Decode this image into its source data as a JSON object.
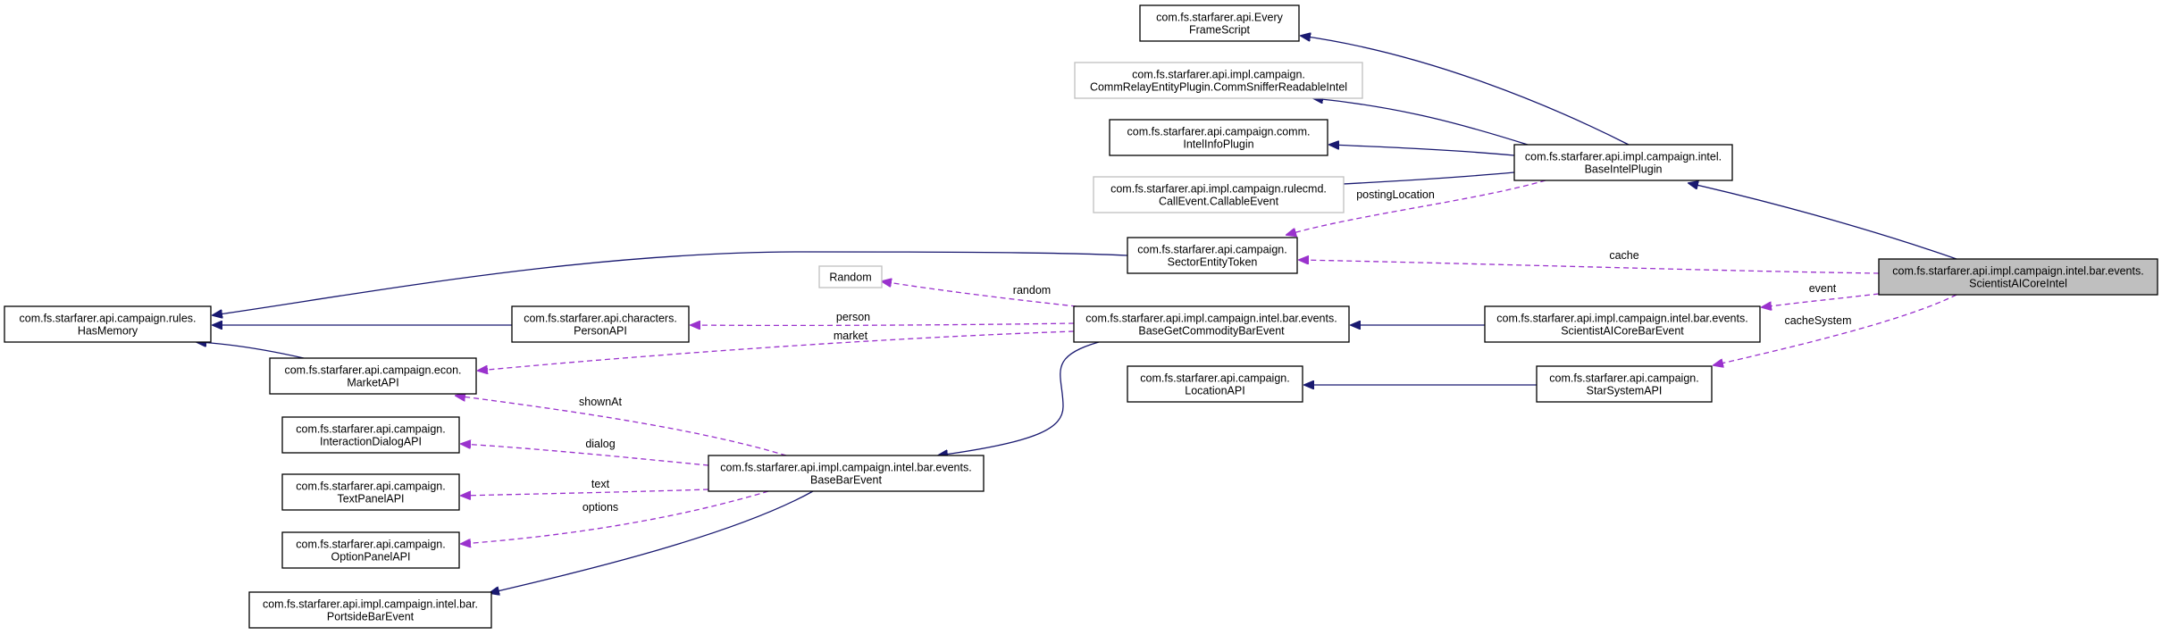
{
  "nodes": {
    "every_frame_script": {
      "lines": [
        "com.fs.starfarer.api.Every",
        "FrameScript"
      ],
      "style": "normal"
    },
    "comm_sniffer": {
      "lines": [
        "com.fs.starfarer.api.impl.campaign.",
        "CommRelayEntityPlugin.CommSnifferReadableIntel"
      ],
      "style": "external"
    },
    "intel_info_plugin": {
      "lines": [
        "com.fs.starfarer.api.campaign.comm.",
        "IntelInfoPlugin"
      ],
      "style": "normal"
    },
    "callable_event": {
      "lines": [
        "com.fs.starfarer.api.impl.campaign.rulecmd.",
        "CallEvent.CallableEvent"
      ],
      "style": "external"
    },
    "base_intel_plugin": {
      "lines": [
        "com.fs.starfarer.api.impl.campaign.intel.",
        "BaseIntelPlugin"
      ],
      "style": "normal"
    },
    "sector_entity_token": {
      "lines": [
        "com.fs.starfarer.api.campaign.",
        "SectorEntityToken"
      ],
      "style": "normal"
    },
    "has_memory": {
      "lines": [
        "com.fs.starfarer.api.campaign.rules.",
        "HasMemory"
      ],
      "style": "normal"
    },
    "random": {
      "lines": [
        "Random"
      ],
      "style": "external"
    },
    "person_api": {
      "lines": [
        "com.fs.starfarer.api.characters.",
        "PersonAPI"
      ],
      "style": "normal"
    },
    "base_get_commodity": {
      "lines": [
        "com.fs.starfarer.api.impl.campaign.intel.bar.events.",
        "BaseGetCommodityBarEvent"
      ],
      "style": "normal"
    },
    "scientist_bar_event": {
      "lines": [
        "com.fs.starfarer.api.impl.campaign.intel.bar.events.",
        "ScientistAICoreBarEvent"
      ],
      "style": "normal"
    },
    "scientist_intel": {
      "lines": [
        "com.fs.starfarer.api.impl.campaign.intel.bar.events.",
        "ScientistAICoreIntel"
      ],
      "style": "focus"
    },
    "market_api": {
      "lines": [
        "com.fs.starfarer.api.campaign.econ.",
        "MarketAPI"
      ],
      "style": "normal"
    },
    "location_api": {
      "lines": [
        "com.fs.starfarer.api.campaign.",
        "LocationAPI"
      ],
      "style": "normal"
    },
    "star_system_api": {
      "lines": [
        "com.fs.starfarer.api.campaign.",
        "StarSystemAPI"
      ],
      "style": "normal"
    },
    "interaction_dialog": {
      "lines": [
        "com.fs.starfarer.api.campaign.",
        "InteractionDialogAPI"
      ],
      "style": "normal"
    },
    "text_panel": {
      "lines": [
        "com.fs.starfarer.api.campaign.",
        "TextPanelAPI"
      ],
      "style": "normal"
    },
    "option_panel": {
      "lines": [
        "com.fs.starfarer.api.campaign.",
        "OptionPanelAPI"
      ],
      "style": "normal"
    },
    "base_bar_event": {
      "lines": [
        "com.fs.starfarer.api.impl.campaign.intel.bar.events.",
        "BaseBarEvent"
      ],
      "style": "normal"
    },
    "portside_bar_event": {
      "lines": [
        "com.fs.starfarer.api.impl.campaign.intel.bar.",
        "PortsideBarEvent"
      ],
      "style": "normal"
    }
  },
  "edges": [
    {
      "from": "base_intel_plugin",
      "to": "every_frame_script",
      "kind": "inherit",
      "label": ""
    },
    {
      "from": "base_intel_plugin",
      "to": "comm_sniffer",
      "kind": "inherit",
      "label": ""
    },
    {
      "from": "base_intel_plugin",
      "to": "intel_info_plugin",
      "kind": "inherit",
      "label": ""
    },
    {
      "from": "base_intel_plugin",
      "to": "callable_event",
      "kind": "inherit",
      "label": ""
    },
    {
      "from": "base_intel_plugin",
      "to": "sector_entity_token",
      "kind": "usage",
      "label": "postingLocation"
    },
    {
      "from": "scientist_intel",
      "to": "base_intel_plugin",
      "kind": "inherit",
      "label": ""
    },
    {
      "from": "scientist_intel",
      "to": "sector_entity_token",
      "kind": "usage",
      "label": "cache"
    },
    {
      "from": "scientist_intel",
      "to": "scientist_bar_event",
      "kind": "usage",
      "label": "event"
    },
    {
      "from": "scientist_intel",
      "to": "star_system_api",
      "kind": "usage",
      "label": "cacheSystem"
    },
    {
      "from": "sector_entity_token",
      "to": "has_memory",
      "kind": "inherit",
      "label": ""
    },
    {
      "from": "person_api",
      "to": "has_memory",
      "kind": "inherit",
      "label": ""
    },
    {
      "from": "market_api",
      "to": "has_memory",
      "kind": "inherit",
      "label": ""
    },
    {
      "from": "base_get_commodity",
      "to": "random",
      "kind": "usage",
      "label": "random"
    },
    {
      "from": "base_get_commodity",
      "to": "person_api",
      "kind": "usage",
      "label": "person"
    },
    {
      "from": "base_get_commodity",
      "to": "market_api",
      "kind": "usage",
      "label": "market"
    },
    {
      "from": "base_get_commodity",
      "to": "base_bar_event",
      "kind": "inherit",
      "label": ""
    },
    {
      "from": "scientist_bar_event",
      "to": "base_get_commodity",
      "kind": "inherit",
      "label": ""
    },
    {
      "from": "star_system_api",
      "to": "location_api",
      "kind": "inherit",
      "label": ""
    },
    {
      "from": "base_bar_event",
      "to": "market_api",
      "kind": "usage",
      "label": "shownAt"
    },
    {
      "from": "base_bar_event",
      "to": "interaction_dialog",
      "kind": "usage",
      "label": "dialog"
    },
    {
      "from": "base_bar_event",
      "to": "text_panel",
      "kind": "usage",
      "label": "text"
    },
    {
      "from": "base_bar_event",
      "to": "option_panel",
      "kind": "usage",
      "label": "options"
    },
    {
      "from": "base_bar_event",
      "to": "portside_bar_event",
      "kind": "inherit",
      "label": ""
    }
  ],
  "colors": {
    "inherit_edge": "#191970",
    "usage_edge": "#9a32cd",
    "focus_fill": "#bfbfbf",
    "external_border": "#bfbfbf"
  }
}
